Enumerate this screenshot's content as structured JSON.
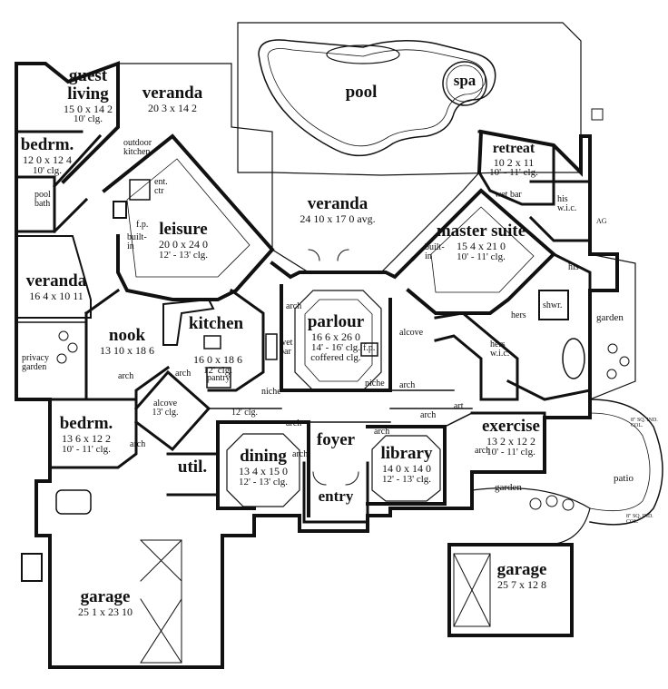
{
  "rooms": {
    "guest_living": {
      "name": "guest living",
      "dims": "15 0 x 14 2",
      "clg": "10' clg."
    },
    "veranda_top": {
      "name": "veranda",
      "dims": "20 3 x 14 2"
    },
    "pool": {
      "name": "pool"
    },
    "spa": {
      "name": "spa"
    },
    "bedrm_upper": {
      "name": "bedrm.",
      "dims": "12 0 x 12 4",
      "clg": "10' clg."
    },
    "leisure": {
      "name": "leisure",
      "dims": "20 0 x 24 0",
      "clg": "12' - 13' clg."
    },
    "veranda_center": {
      "name": "veranda",
      "dims": "24 10 x 17 0 avg."
    },
    "retreat": {
      "name": "retreat",
      "dims": "10 2 x 11",
      "clg": "10' - 11' clg."
    },
    "master_suite": {
      "name": "master suite",
      "dims": "15 4 x 21 0",
      "clg": "10' - 11' clg."
    },
    "veranda_left": {
      "name": "veranda",
      "dims": "16 4 x 10 11"
    },
    "nook": {
      "name": "nook",
      "dims": "13 10 x 18 6"
    },
    "kitchen": {
      "name": "kitchen",
      "dims": "16 0 x 18 6",
      "clg": "12' clg."
    },
    "parlour": {
      "name": "parlour",
      "dims": "16 6 x 26 0",
      "clg": "14' - 16' clg.",
      "clg2": "coffered clg."
    },
    "bedrm_lower": {
      "name": "bedrm.",
      "dims": "13 6 x 12 2",
      "clg": "10' - 11' clg."
    },
    "foyer": {
      "name": "foyer"
    },
    "dining": {
      "name": "dining",
      "dims": "13 4 x 15 0",
      "clg": "12' - 13' clg."
    },
    "util": {
      "name": "util."
    },
    "entry": {
      "name": "entry"
    },
    "library": {
      "name": "library",
      "dims": "14 0 x 14 0",
      "clg": "12' - 13' clg."
    },
    "exercise": {
      "name": "exercise",
      "dims": "13 2 x 12 2",
      "clg": "10' - 11' clg."
    },
    "garage_left": {
      "name": "garage",
      "dims": "25 1 x 23 10"
    },
    "garage_right": {
      "name": "garage",
      "dims": "25 7 x 12 8"
    }
  },
  "small_labels": {
    "outdoor_kitchen": "outdoor kitchen",
    "pool_bath": "pool bath",
    "ent_ctr": "ent. ctr",
    "fp1": "f.p.",
    "fp2": "f.p.",
    "built_in_1": "built- in",
    "built_in_2": "built- in",
    "wet_bar_retreat": "wet bar",
    "his_wic": "his w.i.c.",
    "his": "his",
    "hers": "hers",
    "shwr": "shwr.",
    "hers_wic": "hers w.i.c.",
    "garden_right": "garden",
    "garden_bottom": "garden",
    "privacy_garden": "privacy garden",
    "alcove_left": "alcove 13' clg.",
    "alcove_right": "alcove",
    "arch_1": "arch",
    "arch_2": "arch",
    "arch_3": "arch",
    "arch_4": "arch",
    "arch_5": "arch",
    "arch_6": "arch",
    "arch_7": "arch",
    "arch_8": "arch",
    "arch_9": "arch",
    "arch_10": "arch",
    "niche_1": "niche",
    "niche_2": "niche",
    "wet_bar_kitchen": "wet bar",
    "pantry": "pantry",
    "clg_12": "12' clg.",
    "art": "art",
    "patio": "patio",
    "ag": "AG",
    "col_top": "8\" SQ. IND. COL.",
    "col_bottom": "8\" SQ. IND. COL."
  }
}
